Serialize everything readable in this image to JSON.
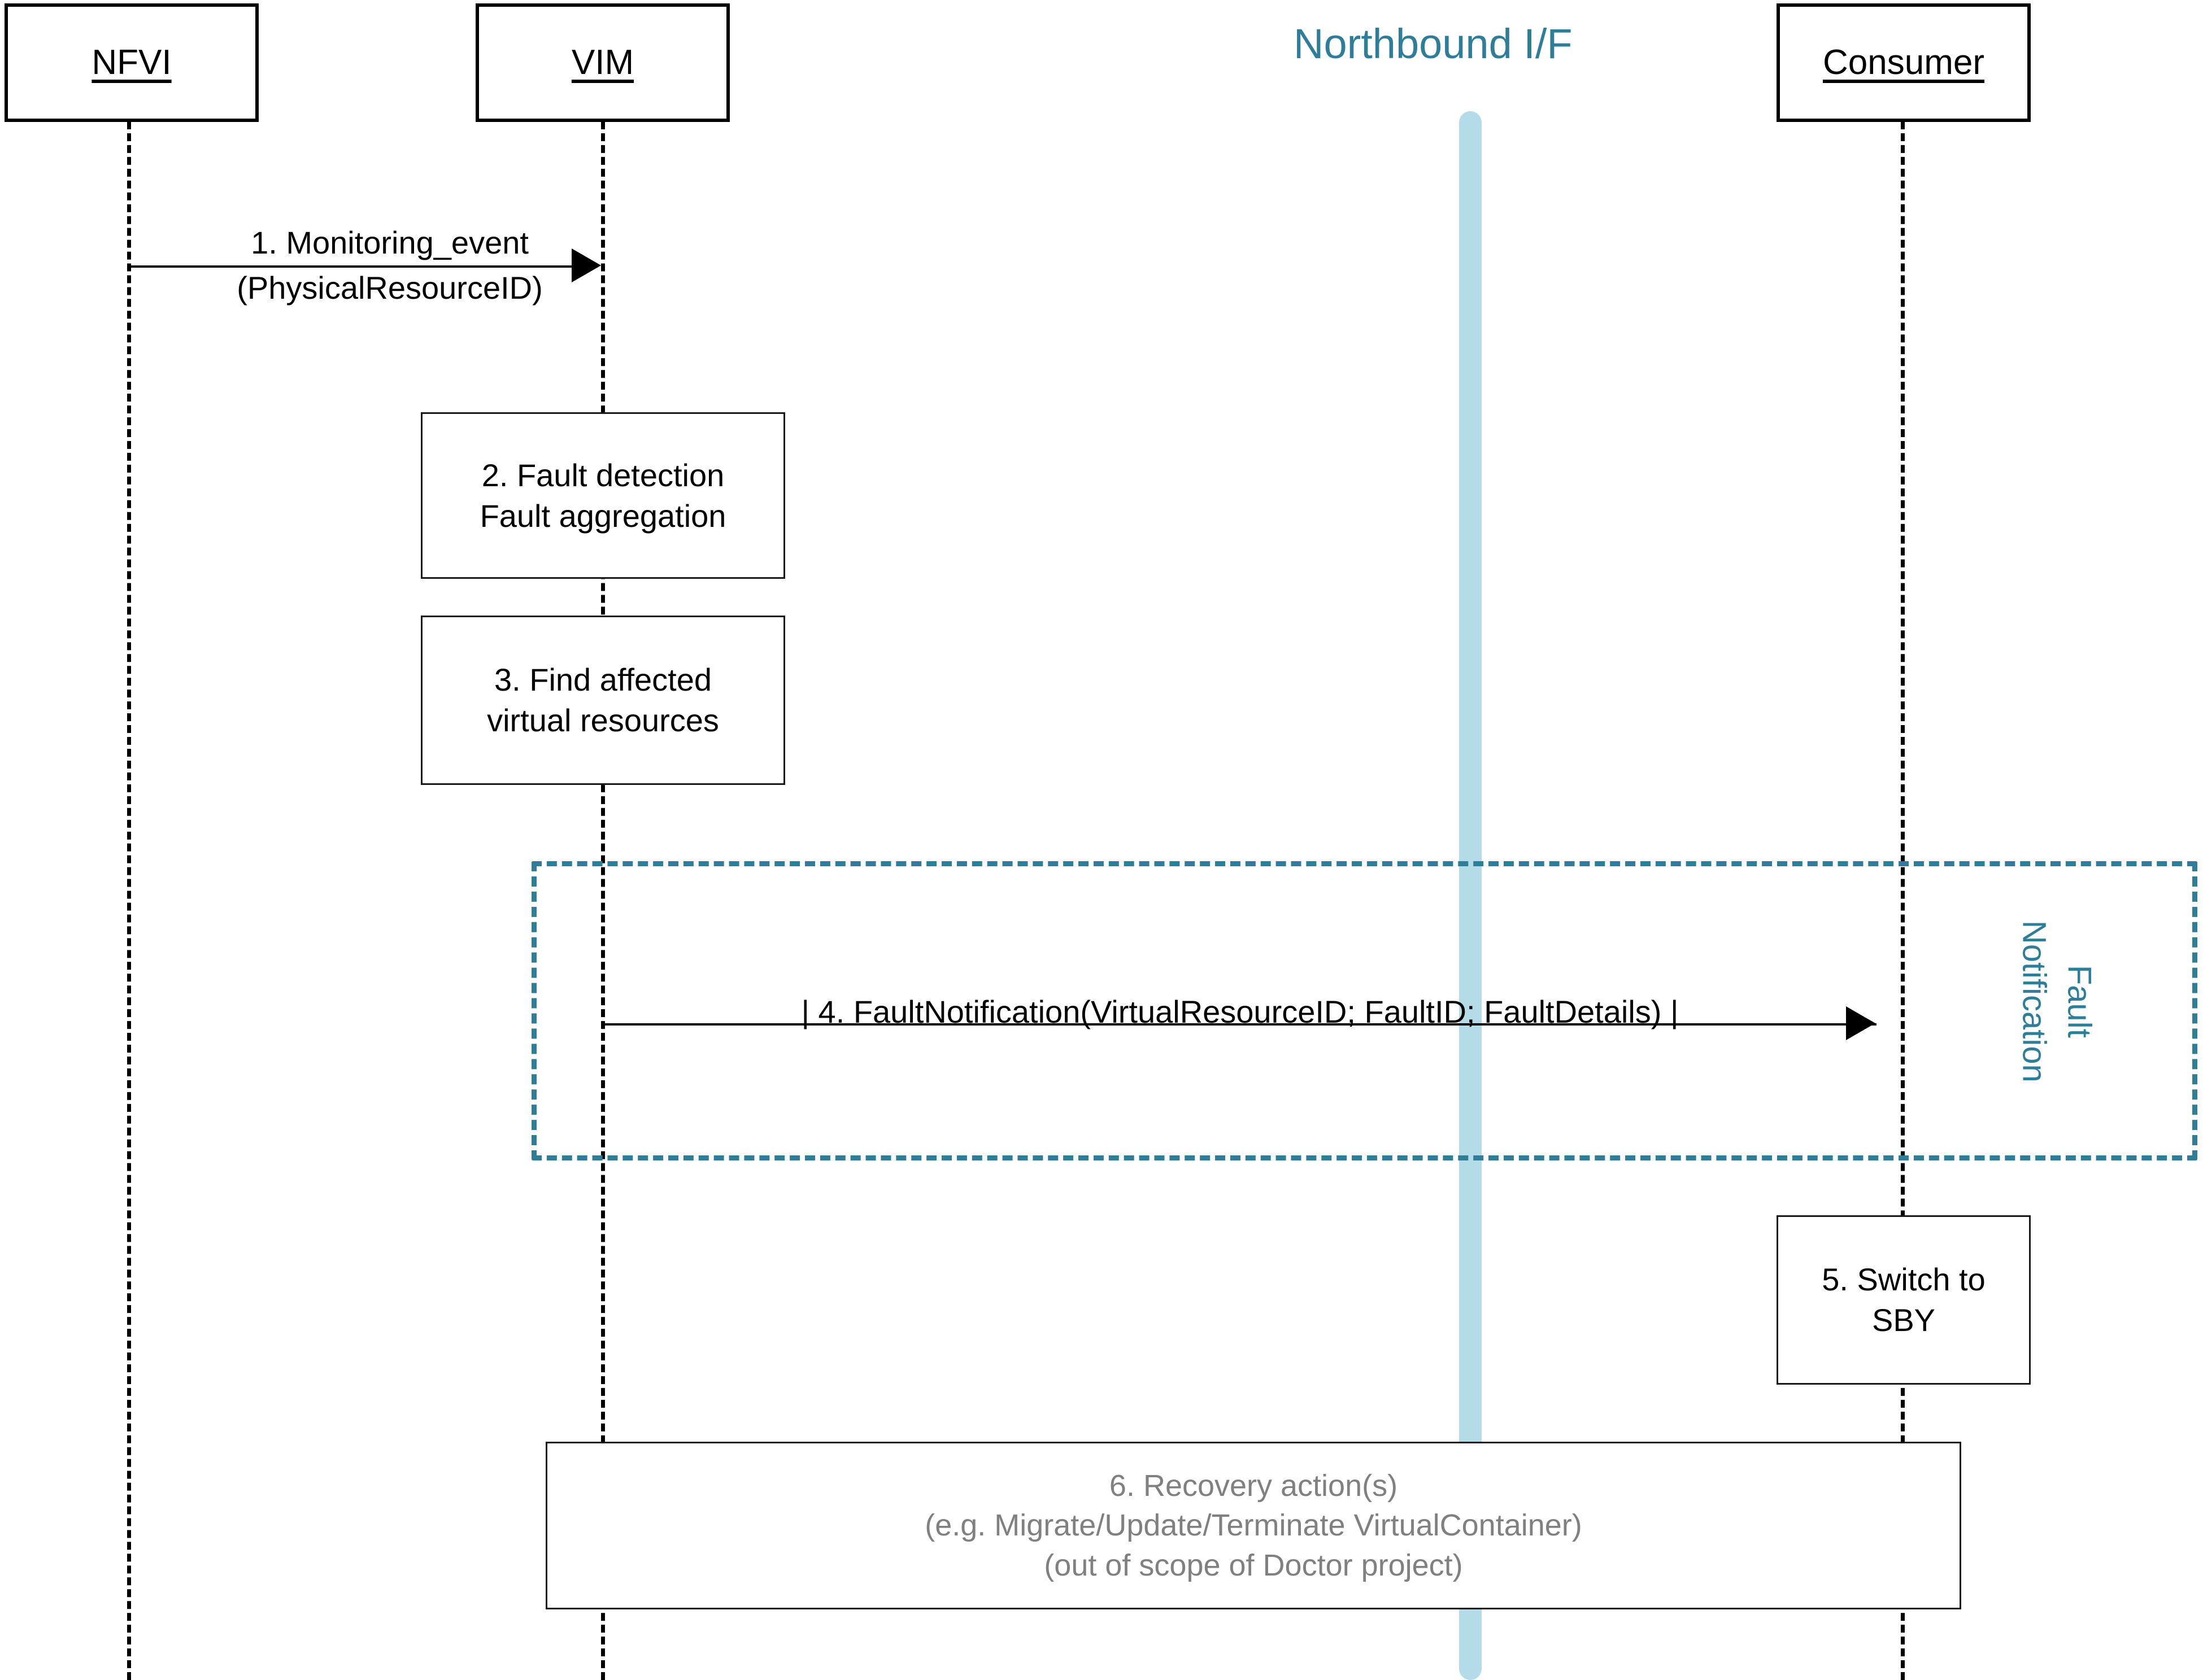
{
  "diagram": {
    "type": "uml-sequence-diagram",
    "title_text": "Northbound I/F",
    "colors": {
      "accent_teal": "#2e7e99",
      "interface_bar": "#b3dce8",
      "line_black": "#000000",
      "muted_gray": "#808080"
    }
  },
  "participants": [
    {
      "id": "nfvi",
      "label": "NFVI"
    },
    {
      "id": "vim",
      "label": "VIM"
    },
    {
      "id": "consumer",
      "label": "Consumer"
    }
  ],
  "interface": {
    "label": "Northbound I/F"
  },
  "messages": [
    {
      "id": "m1",
      "number": "1.",
      "line1": "1. Monitoring_event",
      "line2": "(PhysicalResourceID)",
      "from": "NFVI",
      "to": "VIM"
    },
    {
      "id": "m4",
      "number": "4.",
      "text": "| 4. FaultNotification(VirtualResourceID; FaultID; FaultDetails) |",
      "from": "VIM",
      "to": "Consumer"
    }
  ],
  "activations": [
    {
      "id": "a2",
      "on": "VIM",
      "line1": "2. Fault detection",
      "line2": "Fault aggregation"
    },
    {
      "id": "a3",
      "on": "VIM",
      "line1": "3. Find affected",
      "line2": "virtual resources"
    },
    {
      "id": "a5",
      "on": "Consumer",
      "line1": "5. Switch to",
      "line2": "SBY"
    },
    {
      "id": "a6",
      "on": "VIM-Consumer",
      "line1": "6. Recovery action(s)",
      "line2": "(e.g. Migrate/Update/Terminate VirtualContainer)",
      "line3": "(out of scope of Doctor project)"
    }
  ],
  "fragment": {
    "id": "fault-notification-frame",
    "label_line1": "Fault",
    "label_line2": "Notification"
  }
}
